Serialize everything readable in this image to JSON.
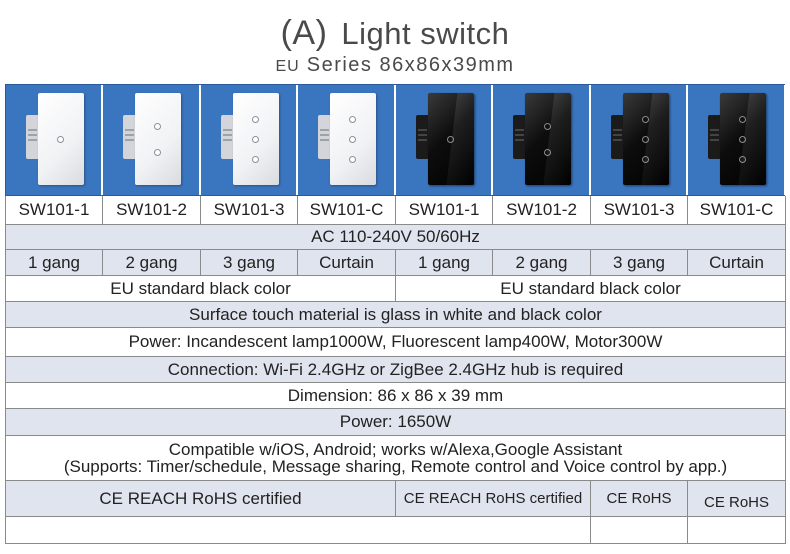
{
  "header": {
    "title_paren": "(A)",
    "title": "Light switch",
    "subtitle_eu": "EU",
    "subtitle": "Series 86x86x39mm"
  },
  "products": [
    {
      "model": "SW101-1",
      "gang": "1 gang",
      "color": "white",
      "buttons": 1
    },
    {
      "model": "SW101-2",
      "gang": "2 gang",
      "color": "white",
      "buttons": 2
    },
    {
      "model": "SW101-3",
      "gang": "3 gang",
      "color": "white",
      "buttons": 3
    },
    {
      "model": "SW101-C",
      "gang": "Curtain",
      "color": "white",
      "buttons": 3
    },
    {
      "model": "SW101-1",
      "gang": "1 gang",
      "color": "black",
      "buttons": 1
    },
    {
      "model": "SW101-2",
      "gang": "2 gang",
      "color": "black",
      "buttons": 2
    },
    {
      "model": "SW101-3",
      "gang": "3 gang",
      "color": "black",
      "buttons": 3
    },
    {
      "model": "SW101-C",
      "gang": "Curtain",
      "color": "black",
      "buttons": 3
    }
  ],
  "specs": {
    "voltage": "AC 110-240V 50/60Hz",
    "standard_left": "EU standard black color",
    "standard_right": "EU standard black color",
    "surface": "Surface touch material is glass in white and black color",
    "power_load": "Power: Incandescent lamp1000W, Fluorescent lamp400W,  Motor300W",
    "connection": "Connection: Wi-Fi 2.4GHz or ZigBee 2.4GHz hub is required",
    "dimension": "Dimension: 86 x 86 x 39 mm",
    "power": "Power: 1650W",
    "compat_line1": "Compatible w/iOS, Android; works w/Alexa,Google Assistant",
    "compat_line2": "(Supports: Timer/schedule, Message sharing, Remote control and Voice control by app.)",
    "cert_1": "CE REACH RoHS certified",
    "cert_2": "CE REACH RoHS certified",
    "cert_3": "CE RoHS",
    "cert_4": "CE RoHS"
  },
  "colors": {
    "photo_background": "#3a75bf",
    "alt_row": "#e0e4ee",
    "border": "#8a8a8a"
  }
}
